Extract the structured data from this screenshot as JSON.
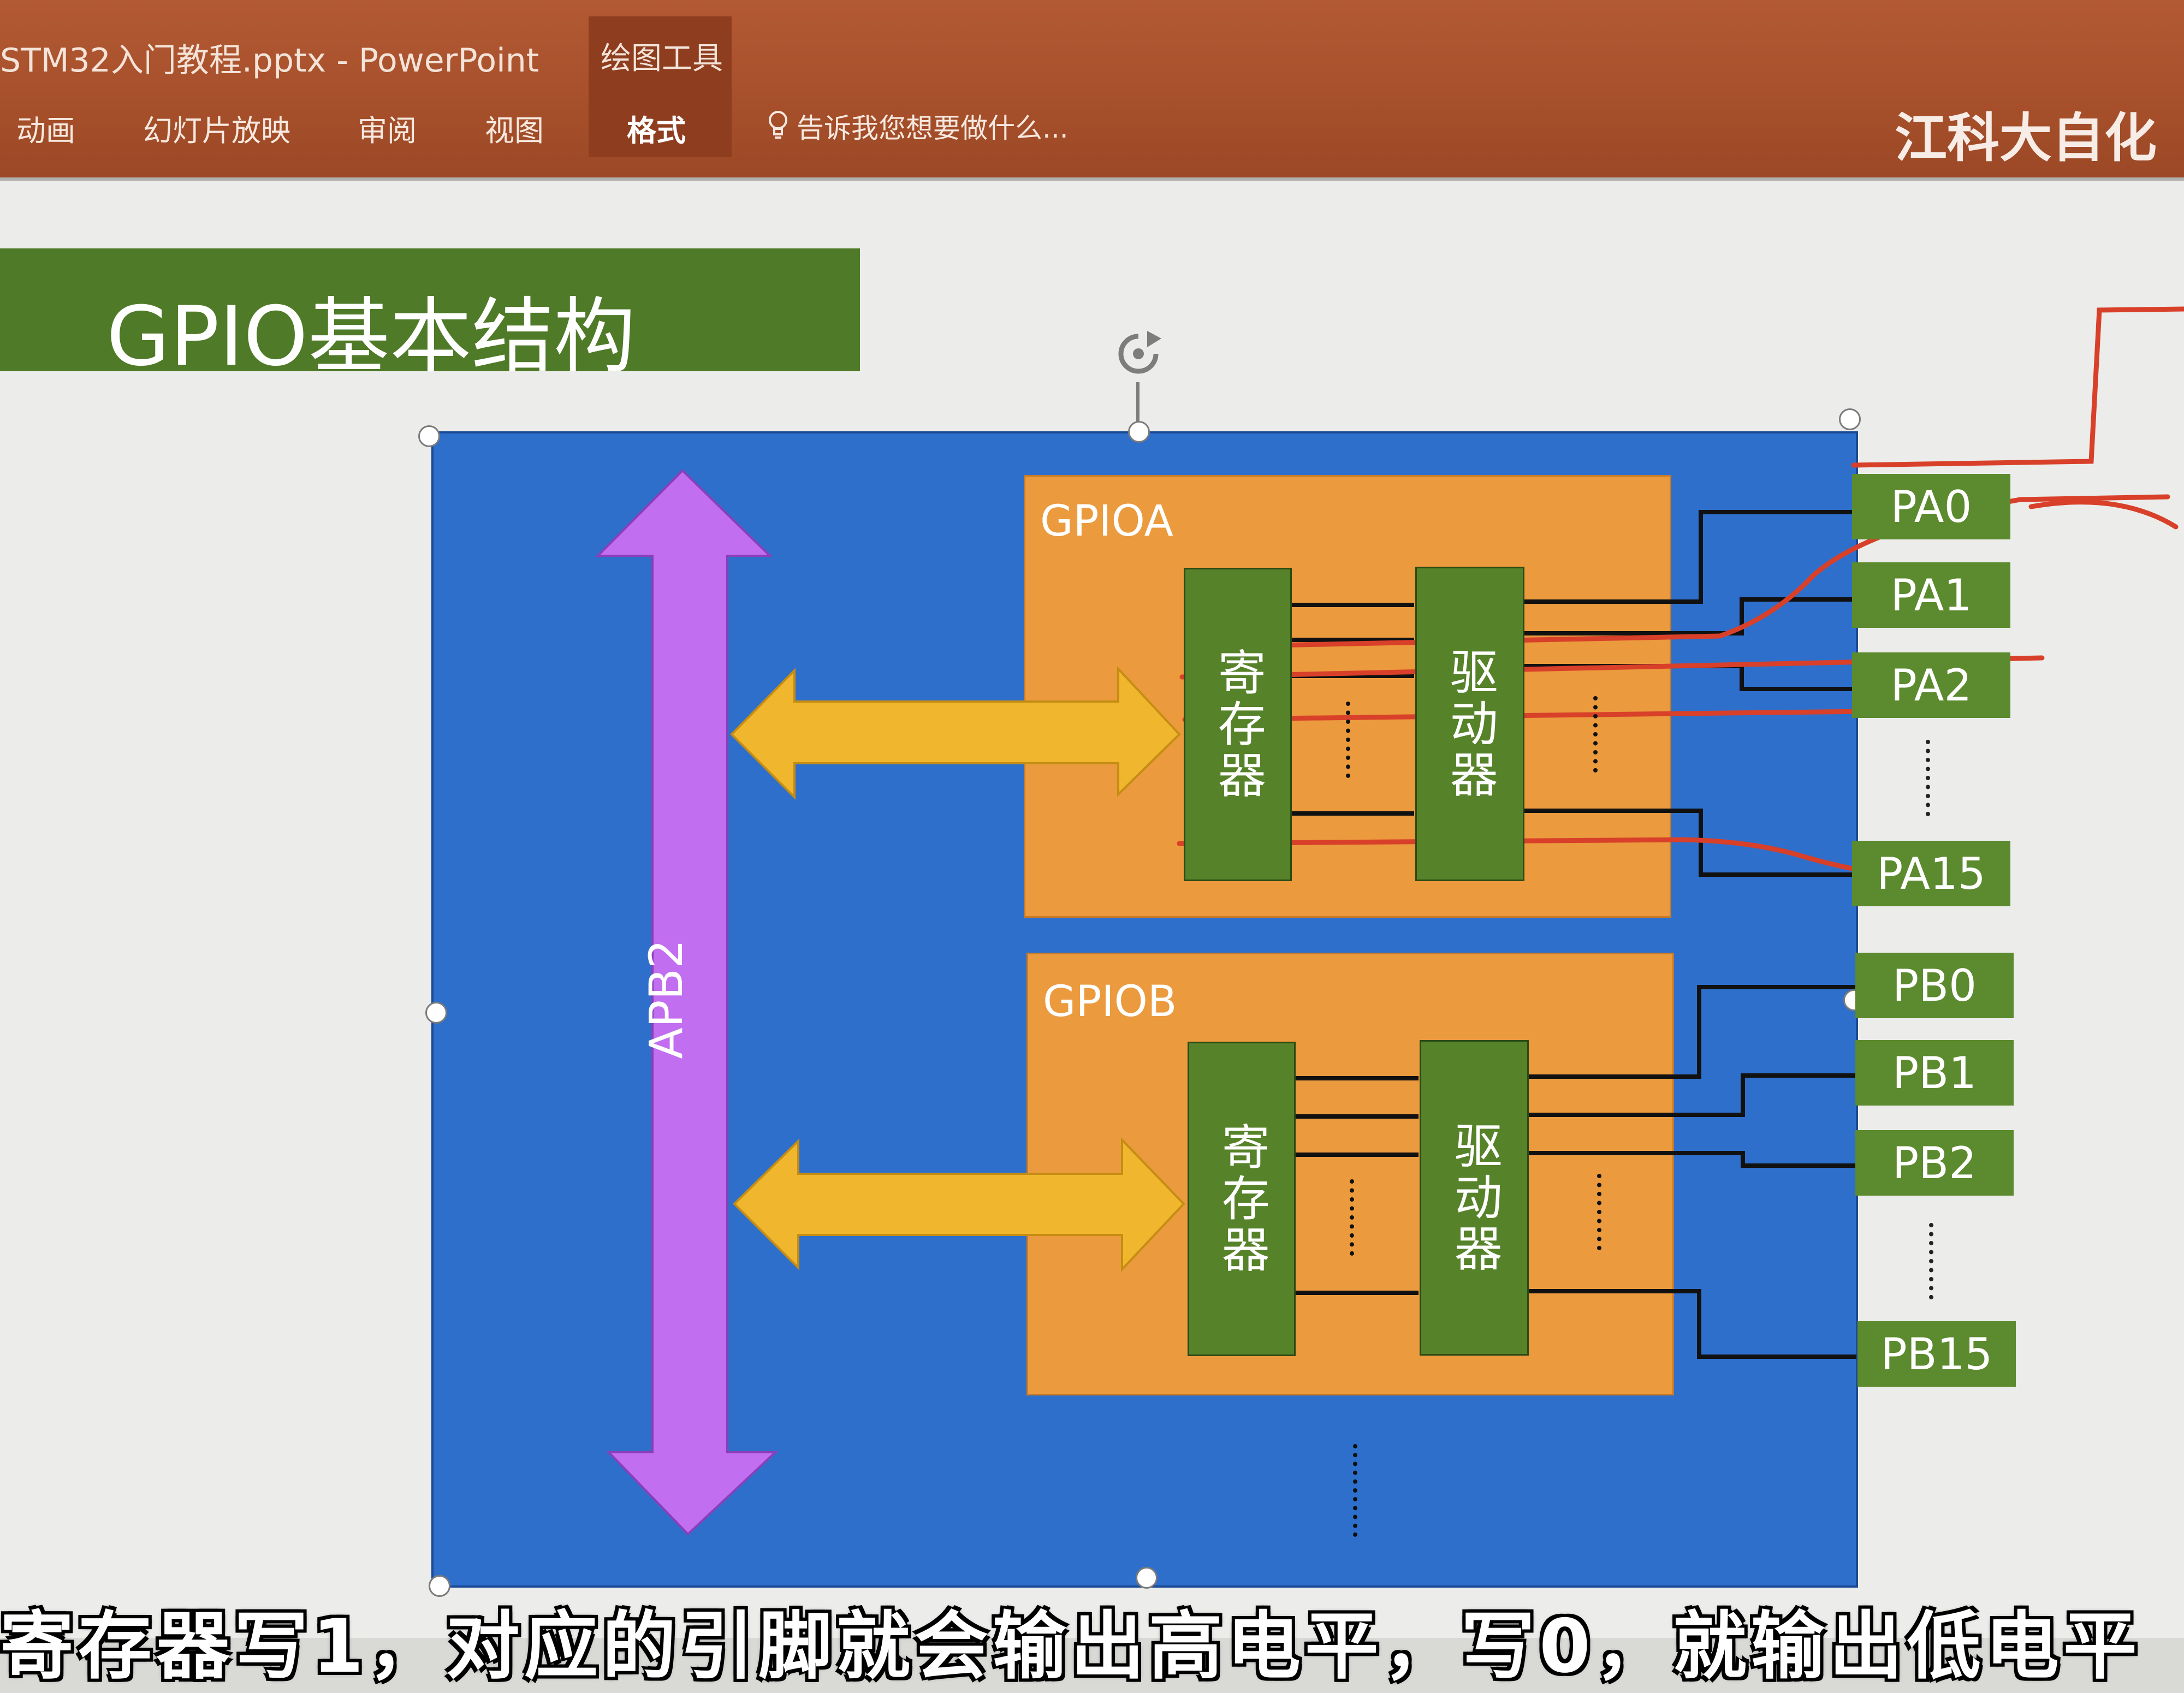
{
  "window": {
    "title": "STM32入门教程.pptx - PowerPoint",
    "tool_group": "绘图工具"
  },
  "ribbon": {
    "tabs": [
      "动画",
      "幻灯片放映",
      "审阅",
      "视图",
      "格式"
    ],
    "active_tab": "格式",
    "tell_me": "告诉我您想要做什么...",
    "brand": "江科大自化"
  },
  "slide": {
    "title": "GPIO基本结构",
    "bus_label": "APB2",
    "gpioa": {
      "label": "GPIOA",
      "register": "寄存器",
      "driver": "驱动器",
      "pins": [
        "PA0",
        "PA1",
        "PA2",
        "PA15"
      ]
    },
    "gpiob": {
      "label": "GPIOB",
      "register": "寄存器",
      "driver": "驱动器",
      "pins": [
        "PB0",
        "PB1",
        "PB2",
        "PB15"
      ]
    }
  },
  "subtitle": "寄存器写1，对应的引脚就会输出高电平，写0，就输出低电平",
  "colors": {
    "ribbon": "#a7502b",
    "title_bar": "#4f7a28",
    "blue_box": "#2e6fcc",
    "orange_block": "#eb9a3e",
    "green": "#568229",
    "bus_purple": "#c26ef0",
    "arrow_yellow": "#f0b62e",
    "annotation_red": "#d8402a"
  }
}
